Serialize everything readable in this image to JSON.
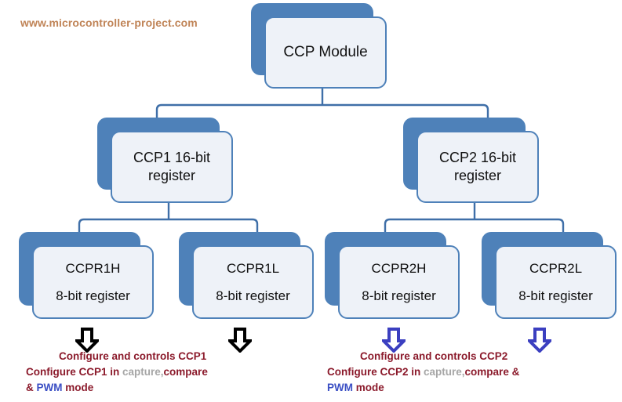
{
  "watermark": {
    "text": "www.microcontroller-project.com",
    "color": "#c08457"
  },
  "theme": {
    "box_fill": "#eef2f8",
    "box_border": "#4e81b9",
    "box_shadow": "#4e81b9",
    "connector": "#3f6fa8",
    "note_red": "#8b1a2b",
    "note_gray": "#a6a6a6",
    "note_blue": "#3b4fc4",
    "arrow_black": "#000000",
    "arrow_blue": "#3b3fc0"
  },
  "diagram": {
    "type": "hierarchy",
    "root": {
      "label": "CCP Module"
    },
    "level2": [
      {
        "id": "ccp1",
        "line1": "CCP1 16-bit",
        "line2": "register"
      },
      {
        "id": "ccp2",
        "line1": "CCP2 16-bit",
        "line2": "register"
      }
    ],
    "level3": [
      {
        "id": "ccpr1h",
        "title": "CCPR1H",
        "subtitle": "8-bit register",
        "parent": "ccp1"
      },
      {
        "id": "ccpr1l",
        "title": "CCPR1L",
        "subtitle": "8-bit register",
        "parent": "ccp1"
      },
      {
        "id": "ccpr2h",
        "title": "CCPR2H",
        "subtitle": "8-bit register",
        "parent": "ccp2"
      },
      {
        "id": "ccpr2l",
        "title": "CCPR2L",
        "subtitle": "8-bit register",
        "parent": "ccp2"
      }
    ]
  },
  "arrows": [
    {
      "id": "arrow-ccpr1h",
      "color": "black"
    },
    {
      "id": "arrow-ccpr1l",
      "color": "black"
    },
    {
      "id": "arrow-ccpr2h",
      "color": "blue"
    },
    {
      "id": "arrow-ccpr2l",
      "color": "blue"
    }
  ],
  "notes": {
    "left": {
      "line1": "Configure and controls CCP1",
      "line2_a": "Configure CCP1 in ",
      "line2_b": "capture,",
      "line2_c": "compare",
      "line3_a": "& ",
      "line3_b": "PWM",
      "line3_c": " mode"
    },
    "right": {
      "line1": "Configure and controls CCP2",
      "line2_a": "Configure CCP2 in ",
      "line2_b": "capture,",
      "line2_c": "compare &",
      "line3_a": "",
      "line3_b": "PWM",
      "line3_c": " mode"
    }
  }
}
